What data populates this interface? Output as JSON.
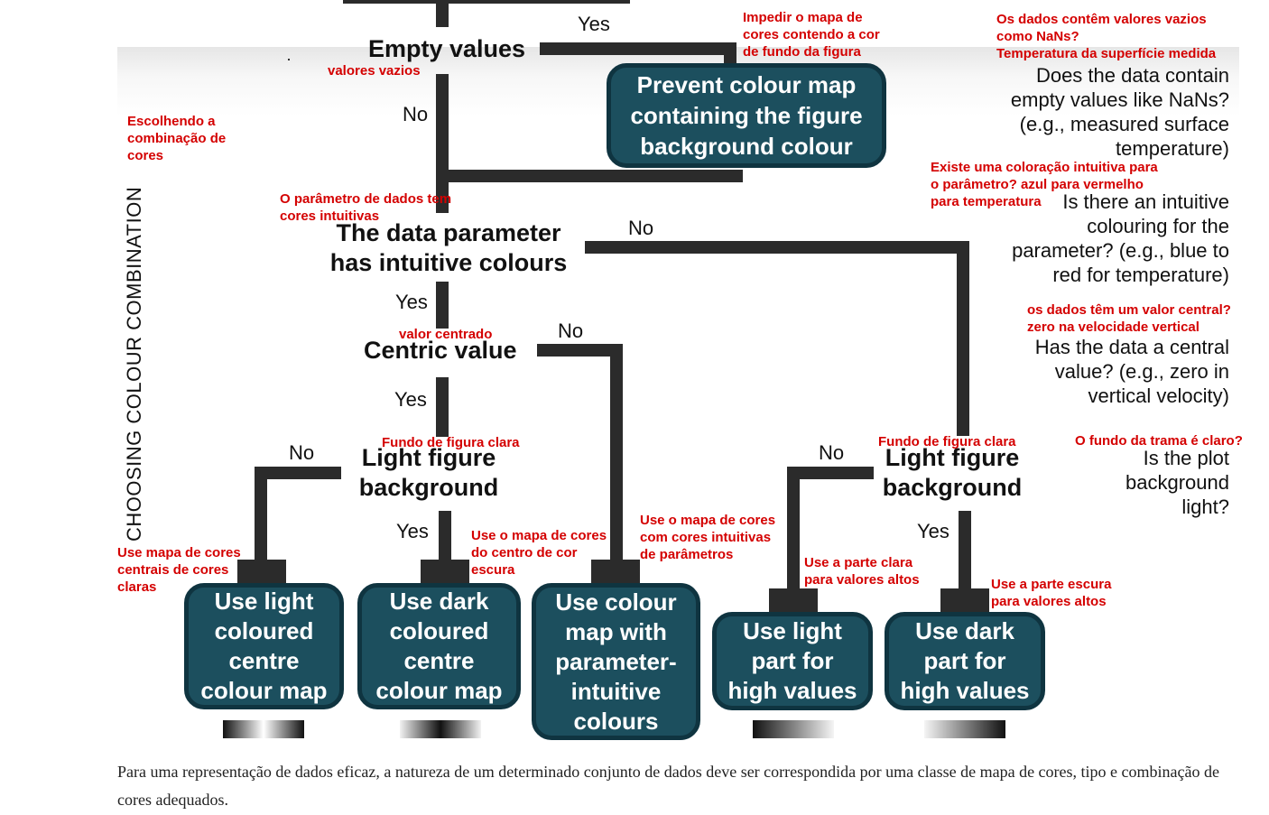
{
  "side_title": "CHOOSING COLOUR COMBINATION",
  "nodes": {
    "empty_values": "Empty values",
    "data_param_line1": "The data parameter",
    "data_param_line2": "has intuitive colours",
    "centric_value": "Centric value",
    "light_bg_left_line1": "Light figure",
    "light_bg_left_line2": "background",
    "light_bg_right_line1": "Light figure",
    "light_bg_right_line2": "background"
  },
  "branch_labels": {
    "empty_yes": "Yes",
    "empty_no": "No",
    "param_no": "No",
    "param_yes": "Yes",
    "centric_no": "No",
    "centric_yes": "Yes",
    "light_left_no": "No",
    "light_left_yes": "Yes",
    "light_right_no": "No",
    "light_right_yes": "Yes"
  },
  "boxes": {
    "prevent": [
      "Prevent colour map",
      "containing the figure",
      "background colour"
    ],
    "light_centre": [
      "Use light",
      "coloured",
      "centre",
      "colour map"
    ],
    "dark_centre": [
      "Use dark",
      "coloured",
      "centre",
      "colour map"
    ],
    "param_intuitive": [
      "Use colour",
      "map with",
      "parameter-",
      "intuitive",
      "colours"
    ],
    "light_part": [
      "Use light",
      "part for",
      "high values"
    ],
    "dark_part": [
      "Use dark",
      "part for",
      "high values"
    ]
  },
  "questions": {
    "q1": [
      "Does the data contain",
      "empty values like NaNs?",
      "(e.g., measured surface",
      "temperature)"
    ],
    "q2": [
      "Is there an intuitive",
      "colouring for the",
      "parameter? (e.g., blue to",
      "red for temperature)"
    ],
    "q3": [
      "Has the data a central",
      "value? (e.g., zero in",
      "vertical velocity)"
    ],
    "q4": [
      "Is the plot",
      "background",
      "light?"
    ]
  },
  "annotations": {
    "a1": [
      "Impedir o mapa de",
      "cores contendo a cor",
      "de fundo da figura"
    ],
    "a2": [
      "Os dados contêm valores vazios",
      "como NaNs?",
      "Temperatura da superfície medida"
    ],
    "a3": [
      "valores vazios"
    ],
    "a4": [
      "Escolhendo a",
      "combinação de",
      "cores"
    ],
    "a5": [
      "O parâmetro de dados tem",
      "cores intuitivas"
    ],
    "a6": [
      "Existe uma coloração intuitiva para",
      "o parâmetro? azul para vermelho",
      "para temperatura"
    ],
    "a7": [
      "os dados têm um valor central?",
      "zero na velocidade vertical"
    ],
    "a8": [
      "valor centrado"
    ],
    "a9": [
      "Fundo de figura clara"
    ],
    "a10": [
      "Fundo de figura clara"
    ],
    "a11": [
      "O fundo da trama é claro?"
    ],
    "a12": [
      "Use o mapa de cores",
      "com cores intuitivas",
      "de parâmetros"
    ],
    "a13": [
      "Use o mapa de cores",
      "do centro de cor",
      "escura"
    ],
    "a14": [
      "Use mapa de cores",
      "centrais de cores",
      "claras"
    ],
    "a15": [
      "Use a parte clara",
      "para valores altos"
    ],
    "a16": [
      "Use a parte escura",
      "para valores altos"
    ]
  },
  "caption": "Para uma representação de dados eficaz, a natureza de um determinado conjunto de dados deve ser correspondida por uma classe de mapa de cores, tipo e combinação de cores adequados.",
  "colors": {
    "box_fill": "#1c4f5e",
    "box_border": "#0f3440",
    "annotation": "#d40000",
    "wire": "#2b2b2b"
  }
}
